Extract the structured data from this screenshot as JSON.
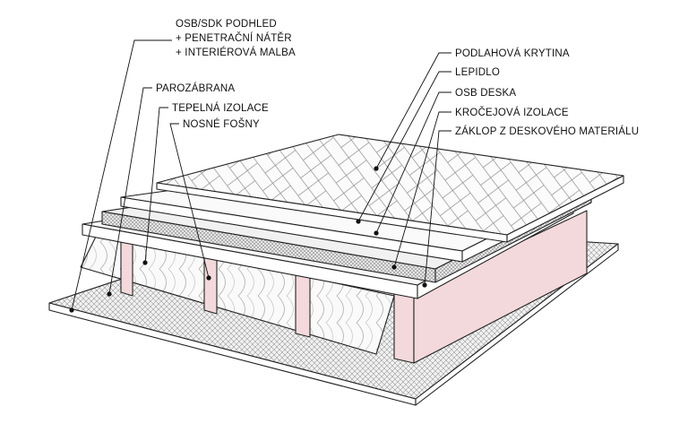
{
  "labels": {
    "osb_ceiling": [
      "OSB/SDK PODHLED",
      "+ PENETRAČNÍ NÁTĚR",
      "+ INTERIÉROVÁ MALBA"
    ],
    "vapor_barrier": "PAROZÁBRANA",
    "thermal_insulation": "TEPELNÁ IZOLACE",
    "joists": "NOSNÉ FOŠNY",
    "floor_covering": "PODLAHOVÁ KRYTINA",
    "adhesive": "LEPIDLO",
    "osb_board": "OSB DESKA",
    "impact_insulation": "KROČEJOVÁ IZOLACE",
    "board_subfloor": "ZÁKLOP Z DESKOVÉHO MATERIÁLU"
  },
  "colors": {
    "joist_pink": "#f3d9dc",
    "insulation_fill": "#f7f7f7",
    "hatch": "#9a9a9a",
    "outline": "#222222"
  }
}
